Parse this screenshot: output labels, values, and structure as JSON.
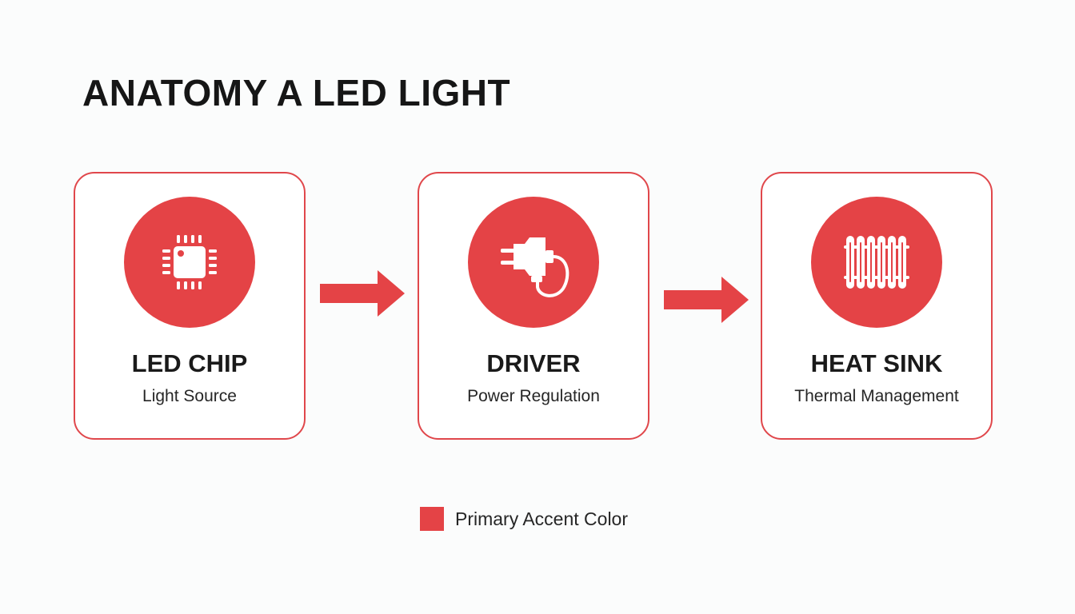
{
  "title": "ANATOMY A LED LIGHT",
  "colors": {
    "accent": "#e44346",
    "border": "#e0474b",
    "text": "#1a1a1a"
  },
  "components": [
    {
      "name": "LED CHIP",
      "description": "Light Source",
      "icon": "chip-icon"
    },
    {
      "name": "DRIVER",
      "description": "Power Regulation",
      "icon": "power-adapter-icon"
    },
    {
      "name": "HEAT SINK",
      "description": "Thermal Management",
      "icon": "heat-sink-icon"
    }
  ],
  "legend": {
    "label": "Primary Accent Color"
  }
}
